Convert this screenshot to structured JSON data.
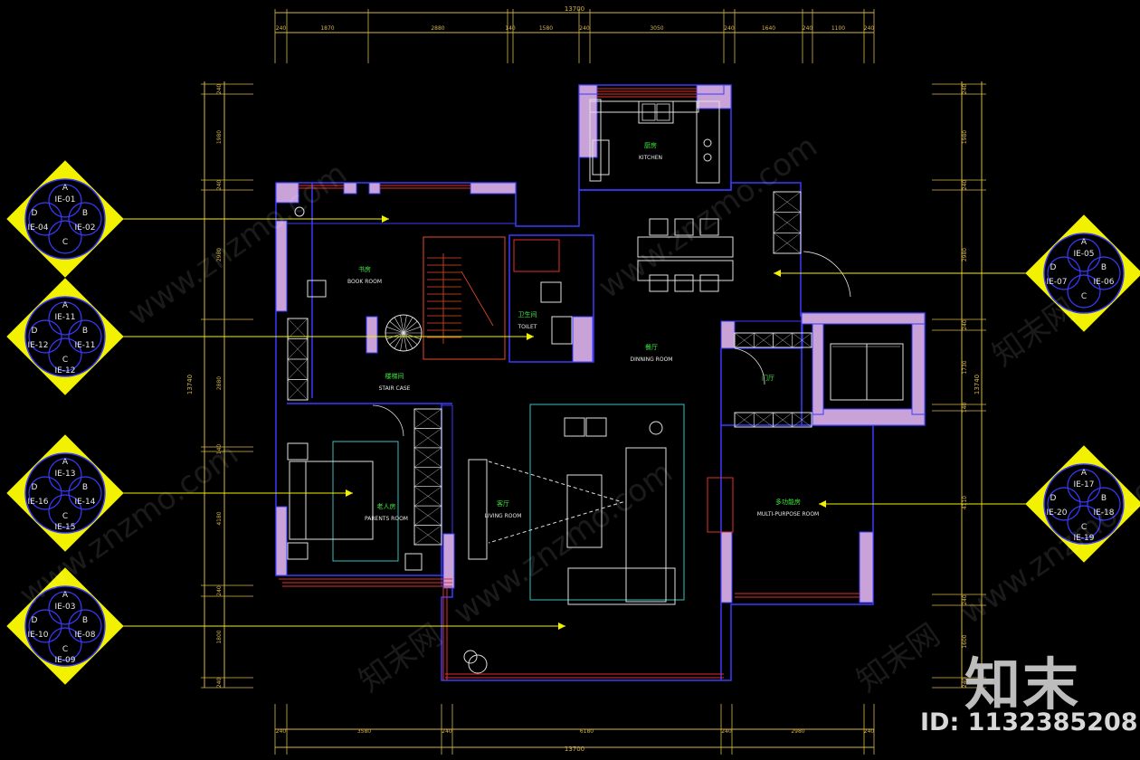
{
  "colors": {
    "dimension": "#d4b44a",
    "wall": "#3a3aff",
    "wall_fill": "#c9a2d8",
    "window": "#e0302a",
    "furniture": "#e0e0e0",
    "label_cn": "#3ee83e",
    "label_en": "#e8e8e8",
    "elevation_tag": "#f2f200",
    "stair": "#e84a2a"
  },
  "dimensions": {
    "top_overall": "13700",
    "top_segments": [
      "240",
      "1870",
      "2880",
      "140",
      "1580",
      "240",
      "3050",
      "240",
      "1640",
      "240",
      "1100",
      "240"
    ],
    "bottom_overall": "13700",
    "bottom_segments": [
      "240",
      "3580",
      "240",
      "6180",
      "240",
      "2980",
      "240"
    ],
    "left_overall": "13740",
    "left_segments": [
      "240",
      "1980",
      "240",
      "2980",
      "2880",
      "140",
      "4180",
      "240",
      "1800",
      "240"
    ],
    "right_overall": "13740",
    "right_segments": [
      "240",
      "1980",
      "240",
      "2980",
      "240",
      "1730",
      "140",
      "4110",
      "240",
      "1600",
      "240"
    ]
  },
  "rooms": [
    {
      "cn": "书房",
      "en": "BOOK ROOM"
    },
    {
      "cn": "厨房",
      "en": "KITCHEN"
    },
    {
      "cn": "卫生间",
      "en": "TOILET"
    },
    {
      "cn": "餐厅",
      "en": "DINNING ROOM"
    },
    {
      "cn": "楼梯间",
      "en": "STAIR CASE"
    },
    {
      "cn": "门厅",
      "en": ""
    },
    {
      "cn": "老人房",
      "en": "PARENTS ROOM"
    },
    {
      "cn": "客厅",
      "en": "LIVING ROOM"
    },
    {
      "cn": "多功能房",
      "en": "MULTI-PURPOSE ROOM"
    }
  ],
  "elevation_tags": [
    {
      "a": "A",
      "b": "B",
      "c": "C",
      "d": "D",
      "top": "IE-01",
      "left": "IE-04",
      "right": "IE-02"
    },
    {
      "a": "A",
      "b": "B",
      "c": "C",
      "d": "D",
      "top": "IE-11",
      "left": "IE-12",
      "right": "IE-11",
      "bottom": "IE-12"
    },
    {
      "a": "A",
      "b": "B",
      "c": "C",
      "d": "D",
      "top": "IE-13",
      "left": "IE-16",
      "right": "IE-14",
      "bottom": "IE-15"
    },
    {
      "a": "A",
      "b": "B",
      "c": "C",
      "d": "D",
      "top": "IE-03",
      "left": "IE-10",
      "right": "IE-08",
      "bottom": "IE-09"
    },
    {
      "a": "A",
      "b": "B",
      "c": "C",
      "d": "D",
      "top": "IE-05",
      "left": "IE-07",
      "right": "IE-06"
    },
    {
      "a": "A",
      "b": "B",
      "c": "C",
      "d": "D",
      "top": "IE-17",
      "left": "IE-20",
      "right": "IE-18",
      "bottom": "IE-19"
    }
  ],
  "watermark": "www.znzmo.com",
  "watermark_cn": "知末网",
  "logo": "知末",
  "id_label": "ID: 1132385208"
}
